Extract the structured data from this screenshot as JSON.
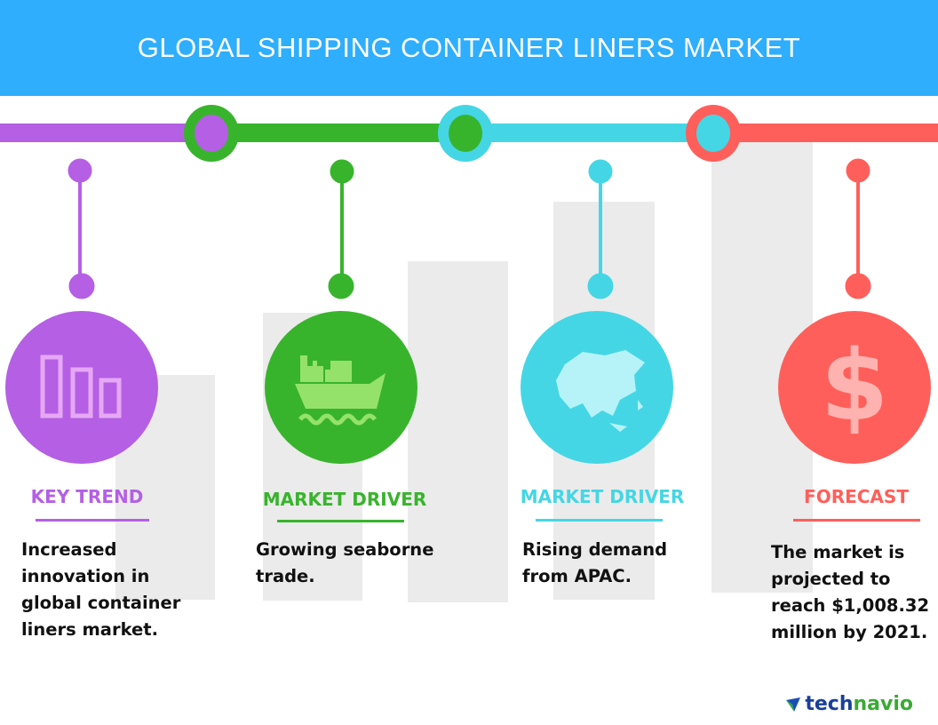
{
  "title": "GLOBAL SHIPPING CONTAINER LINERS MARKET",
  "colors": {
    "header": "#2eaefc",
    "purple": "#b45fe4",
    "green": "#38b42c",
    "cyan": "#45d6e5",
    "red": "#ff5f5a"
  },
  "sections": [
    {
      "heading": "KEY TREND",
      "text": [
        "Increased",
        "innovation in",
        "global container",
        "liners market."
      ],
      "icon": "bar-chart-icon"
    },
    {
      "heading": "MARKET DRIVER",
      "text": [
        "Growing seaborne",
        "trade."
      ],
      "icon": "cargo-ship-icon"
    },
    {
      "heading": "MARKET DRIVER",
      "text": [
        "Rising demand",
        "from APAC."
      ],
      "icon": "asia-map-icon"
    },
    {
      "heading": "FORECAST",
      "text": [
        "The market is",
        "projected to",
        "reach $1,008.32",
        "million by 2021."
      ],
      "icon": "dollar-icon"
    }
  ],
  "logo": {
    "part1": "tech",
    "part2": "navio"
  }
}
